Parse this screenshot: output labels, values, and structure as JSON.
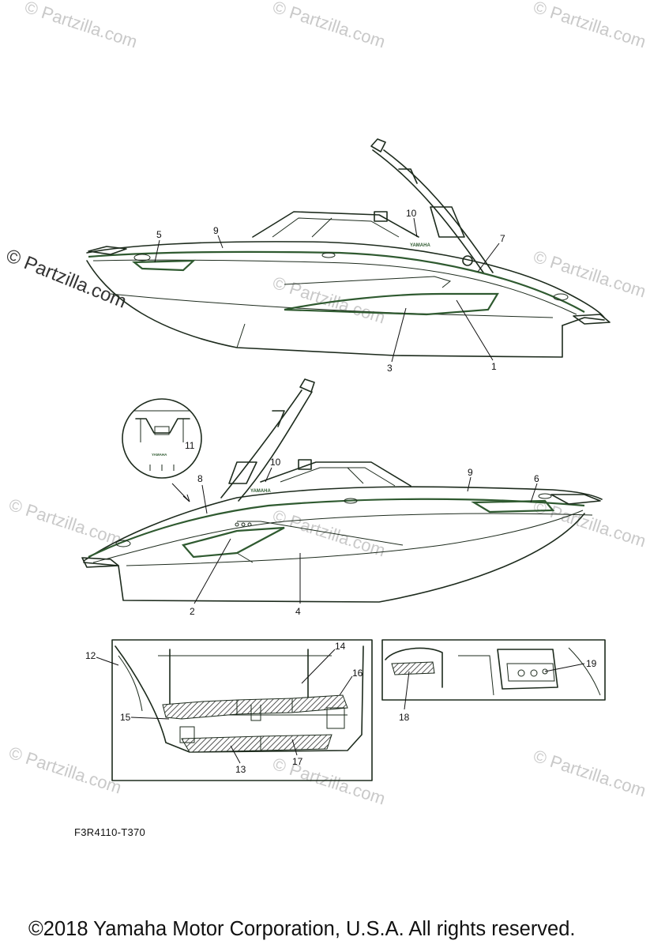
{
  "watermark": "© Partzilla.com",
  "diagram_code": "F3R4110-T370",
  "copyright": "©2018  Yamaha Motor Corporation, U.S.A. All rights reserved.",
  "brand_mark": "YAMAHA",
  "callouts": {
    "c1": "1",
    "c2": "2",
    "c3": "3",
    "c4": "4",
    "c5": "5",
    "c6": "6",
    "c7": "7",
    "c8": "8",
    "c9a": "9",
    "c9b": "9",
    "c10a": "10",
    "c10b": "10",
    "c11": "11",
    "c12": "12",
    "c13": "13",
    "c14": "14",
    "c15": "15",
    "c16": "16",
    "c17": "17",
    "c18": "18",
    "c19": "19"
  },
  "colors": {
    "line": "#1d2b1d",
    "accent": "#2f5a30",
    "watermark": "#c9c9c9"
  }
}
